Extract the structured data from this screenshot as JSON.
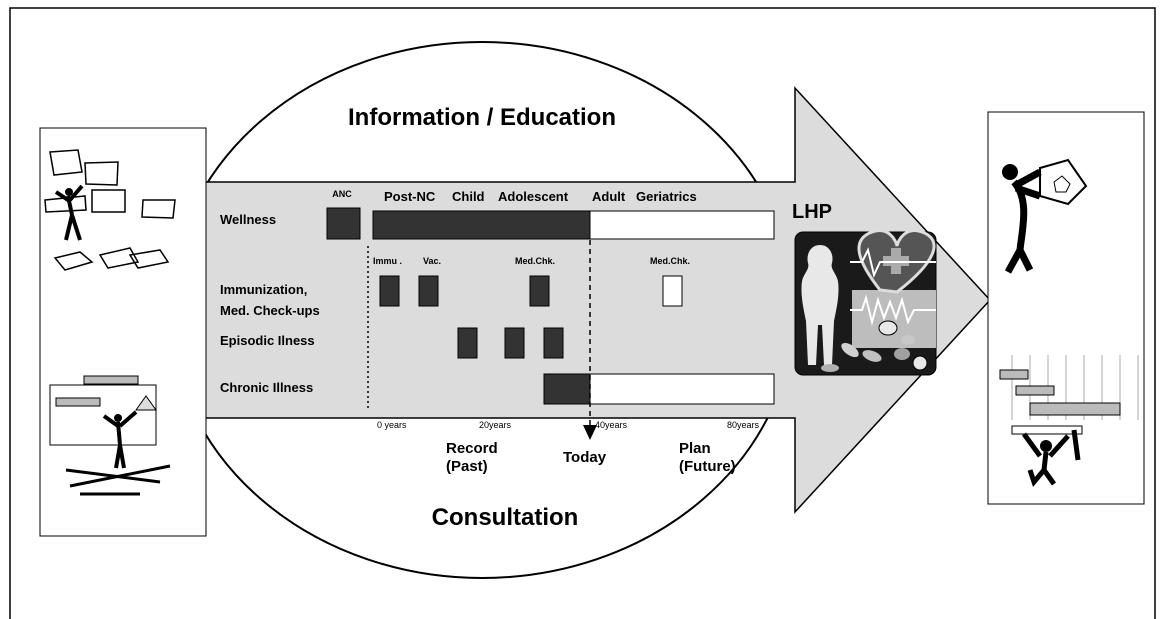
{
  "title_top": "Information / Education",
  "title_bottom": "Consultation",
  "lhp_label": "LHP",
  "stages": {
    "anc": "ANC",
    "post_nc": "Post-NC",
    "child": "Child",
    "adolescent": "Adolescent",
    "adult": "Adult",
    "geriatrics": "Geriatrics"
  },
  "rows": {
    "wellness": "Wellness",
    "immunization_line1": "Immunization,",
    "immunization_line2": "Med. Check-ups",
    "episodic": "Episodic Ilness",
    "chronic": "Chronic Illness"
  },
  "sub_labels": {
    "immu": "Immu .",
    "vac": "Vac.",
    "medchk_past": "Med.Chk.",
    "medchk_future": "Med.Chk."
  },
  "ticks": {
    "t0": "0 years",
    "t20": "20years",
    "t40": "40years",
    "t80": "80years"
  },
  "record_line1": "Record",
  "record_line2": "(Past)",
  "today": "Today",
  "plan_line1": "Plan",
  "plan_line2": "(Future)",
  "colors": {
    "dark_bar": "#333333",
    "arrow_fill": "#dcdcdc",
    "outline": "#000000"
  }
}
